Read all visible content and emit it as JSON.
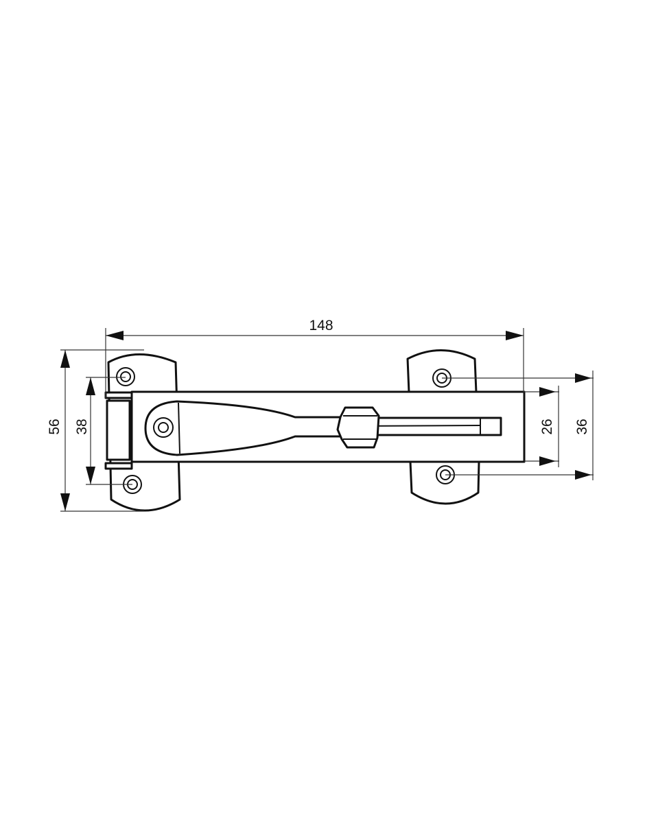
{
  "drawing": {
    "subject": "Door guard / security latch technical drawing",
    "units": "mm",
    "line_color": "#111111",
    "background": "#ffffff"
  },
  "dimensions": {
    "overall_length": {
      "label": "148",
      "orientation": "horizontal"
    },
    "left_plate_height": {
      "label": "56",
      "orientation": "vertical"
    },
    "left_hole_spacing": {
      "label": "38",
      "orientation": "vertical"
    },
    "bar_height": {
      "label": "26",
      "orientation": "vertical"
    },
    "right_hole_spacing": {
      "label": "36",
      "orientation": "vertical"
    }
  }
}
